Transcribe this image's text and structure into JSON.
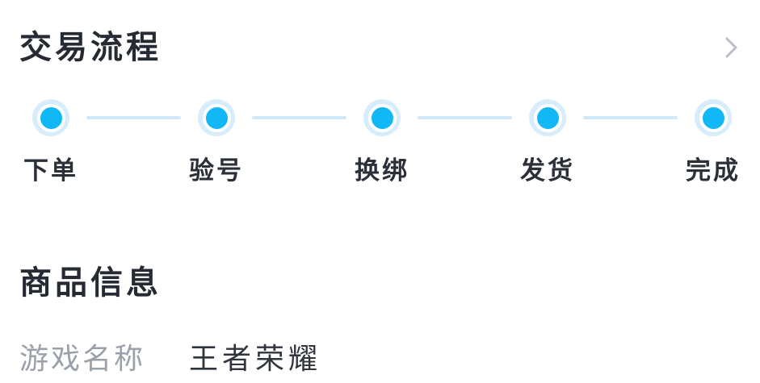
{
  "transaction_process": {
    "title": "交易流程",
    "steps": [
      {
        "label": "下单",
        "state": "active"
      },
      {
        "label": "验号",
        "state": "active"
      },
      {
        "label": "换绑",
        "state": "active"
      },
      {
        "label": "发货",
        "state": "active"
      },
      {
        "label": "完成",
        "state": "active"
      }
    ],
    "colors": {
      "dot_core": "#12b7f5",
      "dot_halo": "#d7edfc",
      "connector": "#cfe9fa",
      "chevron": "#b9bdc5"
    }
  },
  "product_info": {
    "title": "商品信息",
    "fields": [
      {
        "label": "游戏名称",
        "value": "王者荣耀"
      }
    ]
  }
}
